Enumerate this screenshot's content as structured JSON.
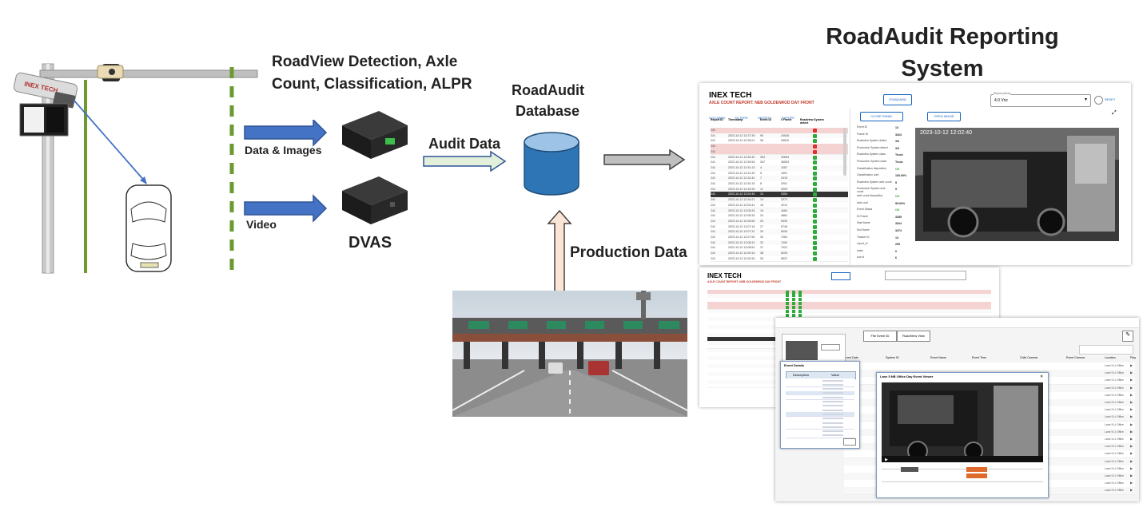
{
  "title": "RoadAudit Reporting System",
  "detection_label": "RoadView Detection, Axle Count, Classification, ALPR",
  "data_images_label": "Data & Images",
  "video_label": "Video",
  "dvas_label": "DVAS",
  "audit_data_label": "Audit Data",
  "database_label": "RoadAudit Database",
  "production_data_label": "Production Data",
  "brand": "INEX TECH",
  "report_title": "AXLE COUNT REPORT: NEB GOLDENROD DAY FRONT",
  "toolbar_items": [
    "COLUMNS",
    "FILTERS",
    "DENSITY",
    "EXPORT"
  ],
  "columns": [
    "Report ID",
    "Timestamp",
    "Event ID",
    "# Frame",
    "Roadview System detect"
  ],
  "buttons": {
    "standard": "STANDARD",
    "reset": "RESET",
    "close_panel": "CLOSE PANEL",
    "open_image": "OPEN IMAGE"
  },
  "report_select": {
    "label": "Report period",
    "value": "4.0 Vnc"
  },
  "rows": [
    {
      "id": "241",
      "ts": "",
      "ev": "",
      "fr": "",
      "st": "bad"
    },
    {
      "id": "241",
      "ts": "2023-10-12 12:27:39",
      "ev": "90",
      "fr": "24545",
      "st": "ok"
    },
    {
      "id": "241",
      "ts": "2023-10-12 12:28:21",
      "ev": "96",
      "fr": "26520",
      "st": "ok"
    },
    {
      "id": "241",
      "ts": "",
      "ev": "",
      "fr": "",
      "st": "bad"
    },
    {
      "id": "241",
      "ts": "",
      "ev": "",
      "fr": "",
      "st": "bad"
    },
    {
      "id": "241",
      "ts": "2023-10-12 12:30:42",
      "ev": "304",
      "fr": "32654",
      "st": "ok"
    },
    {
      "id": "241",
      "ts": "2023-10-12 12:30:54",
      "ev": "347",
      "fr": "36553",
      "st": "ok"
    },
    {
      "id": "241",
      "ts": "2023-10-12 12:31:13",
      "ev": "4",
      "fr": "1067",
      "st": "ok"
    },
    {
      "id": "241",
      "ts": "2023-10-12 12:31:30",
      "ev": "5",
      "fr": "1591",
      "st": "ok"
    },
    {
      "id": "241",
      "ts": "2023-10-12 12:32:42",
      "ev": "7",
      "fr": "2419",
      "st": "ok"
    },
    {
      "id": "241",
      "ts": "2023-10-12 12:32:19",
      "ev": "8",
      "fr": "2901",
      "st": "ok"
    },
    {
      "id": "241",
      "ts": "2023-10-12 12:32:26",
      "ev": "11",
      "fr": "3009",
      "st": "ok"
    },
    {
      "id": "241",
      "ts": "2023-10-12 12:02:40",
      "ev": "13",
      "fr": "3354",
      "st": "sel"
    },
    {
      "id": "241",
      "ts": "2023-10-12 12:34:21",
      "ev": "14",
      "fr": "3373",
      "st": "ok"
    },
    {
      "id": "241",
      "ts": "2023-10-12 12:04:41",
      "ev": "16",
      "fr": "4213",
      "st": "ok"
    },
    {
      "id": "241",
      "ts": "2023-10-12 12:05:33",
      "ev": "19",
      "fr": "4464",
      "st": "ok"
    },
    {
      "id": "241",
      "ts": "2023-10-12 12:05:33",
      "ev": "24",
      "fr": "4864",
      "st": "ok"
    },
    {
      "id": "241",
      "ts": "2023-10-12 12:05:50",
      "ev": "25",
      "fr": "5339",
      "st": "ok"
    },
    {
      "id": "241",
      "ts": "2023-10-12 12:07:16",
      "ev": "27",
      "fr": "5745",
      "st": "ok"
    },
    {
      "id": "241",
      "ts": "2023-10-12 12:07:31",
      "ev": "29",
      "fr": "6005",
      "st": "ok"
    },
    {
      "id": "241",
      "ts": "2023-10-12 12:07:50",
      "ev": "30",
      "fr": "7064",
      "st": "ok"
    },
    {
      "id": "241",
      "ts": "2023-10-12 12:08:31",
      "ev": "32",
      "fr": "7400",
      "st": "ok"
    },
    {
      "id": "241",
      "ts": "2023-10-12 12:08:52",
      "ev": "37",
      "fr": "7922",
      "st": "ok"
    },
    {
      "id": "241",
      "ts": "2023-10-12 12:09:14",
      "ev": "38",
      "fr": "8205",
      "st": "ok"
    },
    {
      "id": "241",
      "ts": "2023-10-12 12:09:34",
      "ev": "39",
      "fr": "8522",
      "st": "ok"
    }
  ],
  "details": [
    {
      "k": "Event ID",
      "v": "13"
    },
    {
      "k": "Frame ID",
      "v": "3324"
    },
    {
      "k": "Roadview System detect",
      "v": "3/3"
    },
    {
      "k": "Production System detect",
      "v": "3/4"
    },
    {
      "k": "Roadview System class",
      "v": "Truck"
    },
    {
      "k": "Production System class",
      "v": "Truck"
    },
    {
      "k": "Classification disposition",
      "v": "OK"
    },
    {
      "k": "Classification conf",
      "v": "100.00%"
    },
    {
      "k": "Roadview System axle count",
      "v": "5"
    },
    {
      "k": "Production System axle count",
      "v": "5"
    },
    {
      "k": "axle count disposition",
      "v": "OK"
    },
    {
      "k": "axle conf",
      "v": "95.00%"
    },
    {
      "k": "Event Status",
      "v": "OK"
    },
    {
      "k": "ID Frame",
      "v": "3355"
    },
    {
      "k": "Start frame",
      "v": "3324"
    },
    {
      "k": "End frame",
      "v": "3474"
    },
    {
      "k": "Tracker ID",
      "v": "13"
    },
    {
      "k": "report_id",
      "v": "253"
    },
    {
      "k": "index",
      "v": "0"
    },
    {
      "k": "row id",
      "v": "6"
    }
  ],
  "frame_timestamp": "2023-10-12 12:02:40",
  "second_window": {
    "tabs": [
      "File Event ID",
      "RoadView View"
    ],
    "columns": [
      "Event Date",
      "System ID",
      "Event Name",
      "Event Time",
      "Child Camera",
      "Event Camera",
      "Location",
      "Play"
    ],
    "event_details_title": "Event Details",
    "event_details_columns": [
      "Description",
      "Value"
    ],
    "video_title": "Lane 5 NB Office Day Event Viewer",
    "lane_label": "Lane 5 Lt Office"
  },
  "colors": {
    "arrow_blue": "#2f5597",
    "arrow_fill": "#4472c4",
    "arrow_green": "#e2efda",
    "arrow_peach": "#fbe5d6",
    "db_fill": "#2e75b6",
    "ok_green": "#2eab3b",
    "bad_red": "#e03030"
  }
}
